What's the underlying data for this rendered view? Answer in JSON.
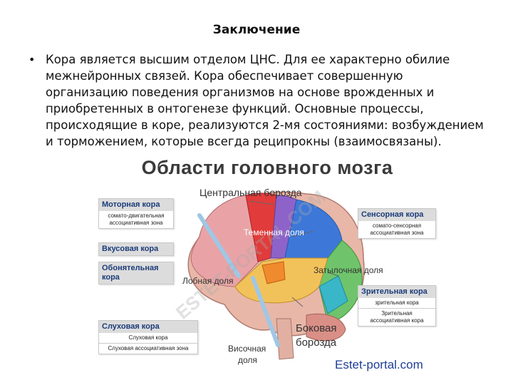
{
  "slide": {
    "title": "Заключение",
    "bullet_text": "Кора является высшим отделом ЦНС. Для ее характерно обилие межнейронных связей. Кора обеспечивает совершенную организацию поведения организмов на основе врожденных и приобретенных в онтогенезе функций. Основные процессы, происходящие в коре, реализуются 2-мя состояниями: возбуждением и торможением, которые всегда реципрокны (взаимосвязаны)."
  },
  "figure": {
    "title": "Области головного мозга",
    "watermark": "ESTET-PORTAL.COM",
    "site": "Estet-portal.com",
    "labels": {
      "central_sulcus": "Центральная борозда",
      "parietal": "Теменная доля",
      "frontal": "Лобная доля",
      "occipital": "Затылочная доля",
      "temporal_line1": "Височная",
      "temporal_line2": "доля",
      "lateral_line1": "Боковая",
      "lateral_line2": "борозда"
    },
    "boxes": {
      "motor": {
        "head": "Моторная кора",
        "sub": "сомато-двигательная ассоциативная зона"
      },
      "taste": {
        "head": "Вкусовая кора"
      },
      "olfactory": {
        "head": "Обонятельная кора"
      },
      "auditory": {
        "head": "Слуховая кора",
        "sub1": "Слуховая кора",
        "sub2": "Слуховая ассоциативная зона"
      },
      "sensory": {
        "head": "Сенсорная кора",
        "sub": "сомато-сенсорная ассоциативная зона"
      },
      "visual": {
        "head": "Зрительная кора",
        "sub1": "зрительная кора",
        "sub2": "Зрительная ассоциативная кора"
      }
    }
  }
}
